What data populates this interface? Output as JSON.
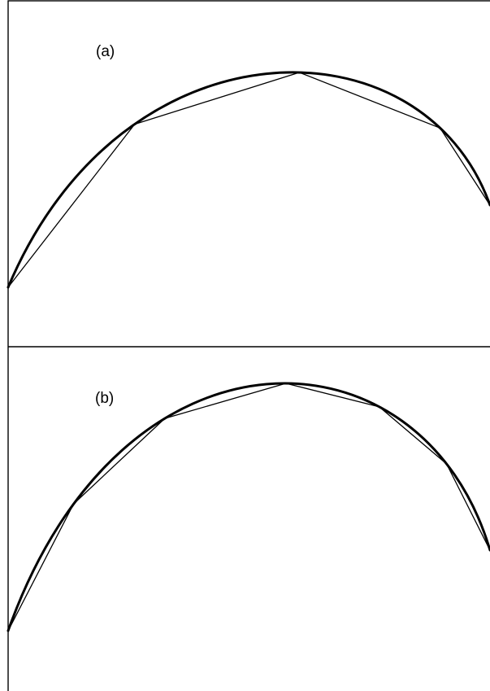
{
  "panels": [
    {
      "label": "(a)",
      "segment_count": 4,
      "vertex_t": [
        0,
        0.2732,
        0.5566,
        0.8367,
        1
      ]
    },
    {
      "label": "(b)",
      "segment_count": 6,
      "vertex_t": [
        0,
        0.1565,
        0.3267,
        0.5333,
        0.7033,
        0.8533,
        1
      ]
    }
  ],
  "colors": {
    "curve": "#000000",
    "chords": "#000000",
    "background": "#ffffff"
  }
}
